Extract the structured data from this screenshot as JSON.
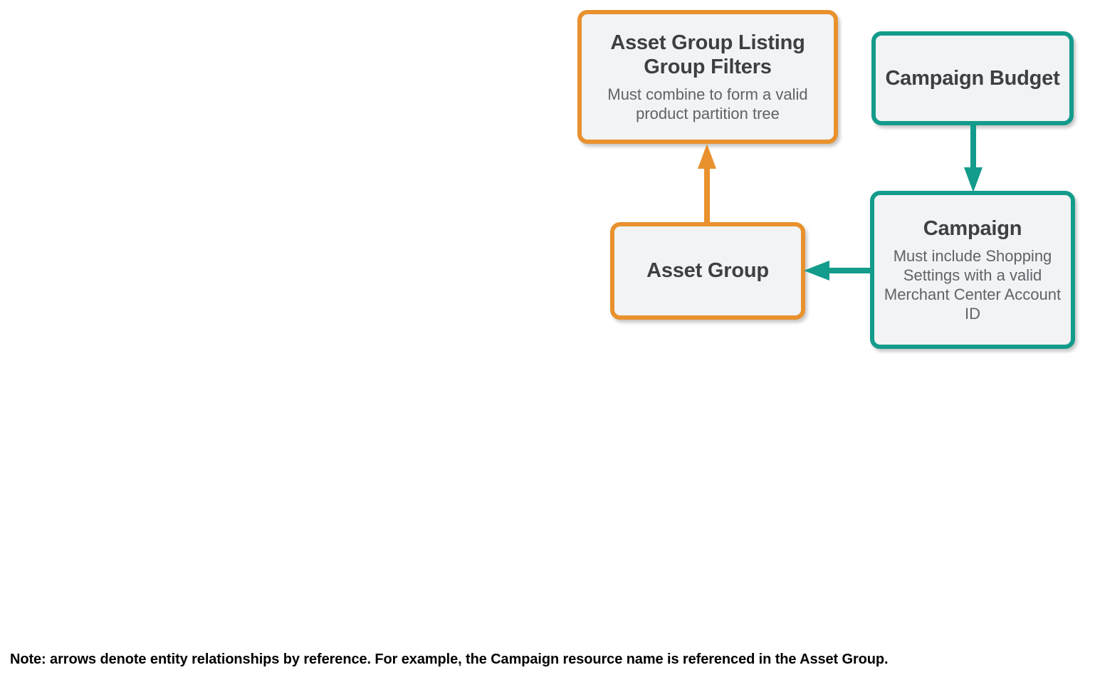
{
  "diagram": {
    "colors": {
      "orange": "#e8912d",
      "teal": "#139b8b",
      "node_fill": "#f1f3f4",
      "title_text": "#3c4043",
      "desc_text": "#5f6368",
      "note_text": "#000000"
    },
    "nodes": [
      {
        "id": "asset-group-listing-group-filters",
        "title": "Asset Group Listing Group Filters",
        "description": "Must combine to form a valid product partition tree",
        "color": "orange"
      },
      {
        "id": "asset-group",
        "title": "Asset Group",
        "description": "",
        "color": "orange"
      },
      {
        "id": "campaign-budget",
        "title": "Campaign Budget",
        "description": "",
        "color": "teal"
      },
      {
        "id": "campaign",
        "title": "Campaign",
        "description": "Must include Shopping Settings with a valid Merchant Center Account ID",
        "color": "teal"
      }
    ],
    "edges": [
      {
        "id": "asset-group-to-listing-group-filters",
        "from": "asset-group",
        "to": "asset-group-listing-group-filters",
        "direction": "up",
        "color": "orange"
      },
      {
        "id": "campaign-budget-to-campaign",
        "from": "campaign-budget",
        "to": "campaign",
        "direction": "down",
        "color": "teal"
      },
      {
        "id": "campaign-to-asset-group",
        "from": "campaign",
        "to": "asset-group",
        "direction": "left",
        "color": "teal"
      }
    ],
    "note": "Note: arrows denote entity relationships by reference. For example, the Campaign resource name is referenced in the Asset Group."
  }
}
